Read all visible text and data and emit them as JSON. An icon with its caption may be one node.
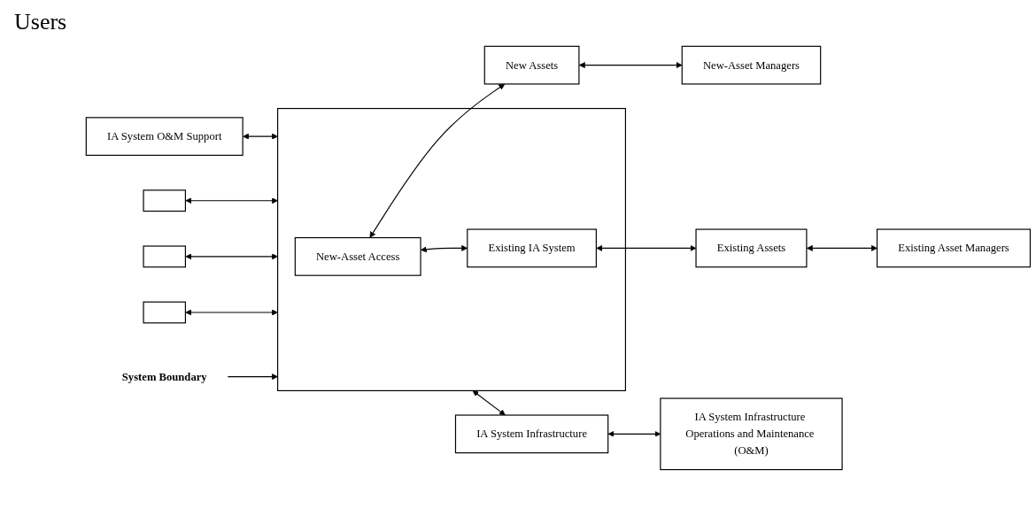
{
  "diagram": {
    "nodes": [
      {
        "text": [
          "IA System O&M Support"
        ]
      },
      {
        "text": [],
        "shape": "box"
      },
      {
        "text": [
          "New-Asset Access"
        ],
        "in": 1
      },
      {
        "text": [
          "Existing IA System"
        ],
        "in": 1
      },
      {
        "text": [],
        "shape": "box"
      },
      {
        "text": [],
        "shape": "box"
      },
      {
        "text": [],
        "shape": "box"
      },
      {
        "text": [
          "New Assets"
        ]
      },
      {
        "text": [
          "New-Asset Managers"
        ]
      },
      {
        "text": [
          "Existing Assets"
        ]
      },
      {
        "text": [
          "Existing Asset Managers"
        ]
      },
      {
        "text": [
          "IA System Infrastructure"
        ]
      },
      {
        "text": [
          "IA System Infrastructure Operations and Maintenance (O&M)"
        ]
      },
      {
        "text": [
          "System Boundary"
        ]
      }
    ],
    "edges": [
      {
        "from": 0,
        "to": 1,
        "arrow": "both"
      },
      {
        "from": 4,
        "to": 1,
        "arrow": "both"
      },
      {
        "from": 5,
        "to": 1,
        "arrow": "both"
      },
      {
        "from": 6,
        "to": 1,
        "arrow": "both"
      },
      {
        "from": 2,
        "to": 7,
        "arrow": "both"
      },
      {
        "from": 2,
        "to": 3,
        "arrow": "both"
      },
      {
        "from": 7,
        "to": 8,
        "arrow": "both"
      },
      {
        "from": 3,
        "to": 9,
        "arrow": "both"
      },
      {
        "from": 9,
        "to": 10,
        "arrow": "both"
      },
      {
        "from": 1,
        "to": 11,
        "arrow": "both"
      },
      {
        "from": 11,
        "to": 12,
        "arrow": "both"
      },
      {
        "from": 13,
        "to": 1,
        "arrow": "to"
      }
    ],
    "labels": [
      "Users"
    ]
  }
}
